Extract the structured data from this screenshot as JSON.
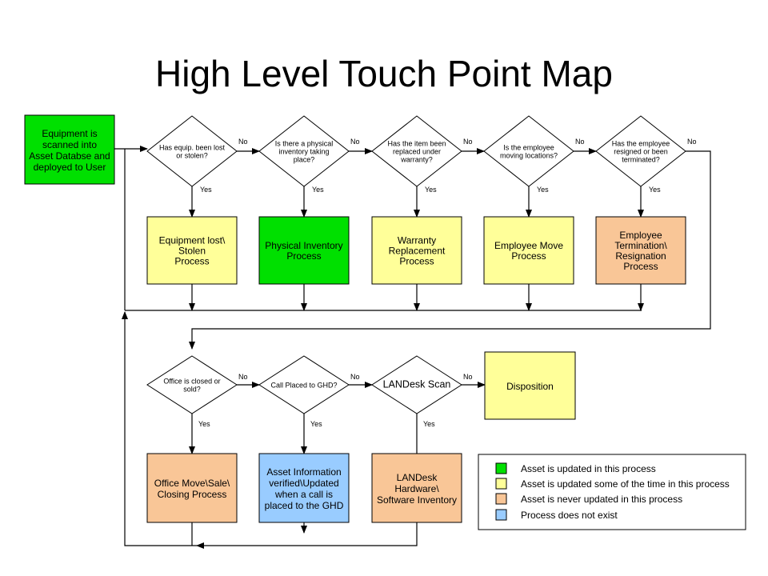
{
  "title": "High Level Touch Point Map",
  "colors": {
    "green": "#00E000",
    "yellow": "#FFFF99",
    "orange": "#F9C697",
    "blue": "#99CCFF"
  },
  "start": {
    "lines": [
      "Equipment is",
      "scanned into",
      "Asset Databse and",
      "deployed to User"
    ]
  },
  "decisions_top": [
    {
      "lines": [
        "Has equip. been lost",
        "or stolen?"
      ]
    },
    {
      "lines": [
        "Is there a physical",
        "inventory taking",
        "place?"
      ]
    },
    {
      "lines": [
        "Has the item been",
        "replaced under",
        "warranty?"
      ]
    },
    {
      "lines": [
        "Is the employee",
        "moving locations?"
      ]
    },
    {
      "lines": [
        "Has the employee",
        "resigned or been",
        "terminated?"
      ]
    }
  ],
  "processes_top": [
    {
      "lines": [
        "Equipment lost\\",
        "Stolen",
        "Process"
      ],
      "color": "yellow"
    },
    {
      "lines": [
        "Physical Inventory",
        "Process"
      ],
      "color": "green"
    },
    {
      "lines": [
        "Warranty",
        "Replacement",
        "Process"
      ],
      "color": "yellow"
    },
    {
      "lines": [
        "Employee Move",
        "Process"
      ],
      "color": "yellow"
    },
    {
      "lines": [
        "Employee",
        "Termination\\",
        "Resignation",
        "Process"
      ],
      "color": "orange"
    }
  ],
  "decisions_bottom": [
    {
      "lines": [
        "Office is closed or",
        "sold?"
      ]
    },
    {
      "lines": [
        "Call Placed to GHD?"
      ]
    },
    {
      "lines": [
        "LANDesk Scan"
      ]
    }
  ],
  "processes_bottom": [
    {
      "lines": [
        "Office Move\\Sale\\",
        "Closing Process"
      ],
      "color": "orange"
    },
    {
      "lines": [
        "Asset Information",
        "verified\\Updated",
        "when a call is",
        "placed to the GHD"
      ],
      "color": "blue"
    },
    {
      "lines": [
        "LANDesk",
        "Hardware\\",
        "Software Inventory"
      ],
      "color": "orange"
    }
  ],
  "disposition": {
    "lines": [
      "Disposition"
    ],
    "color": "yellow"
  },
  "edge_labels": {
    "yes": "Yes",
    "no": "No"
  },
  "legend": [
    {
      "color": "green",
      "text": "Asset is updated in this process"
    },
    {
      "color": "yellow",
      "text": "Asset is updated some of the time in this process"
    },
    {
      "color": "orange",
      "text": "Asset is never updated in this process"
    },
    {
      "color": "blue",
      "text": "Process does not exist"
    }
  ]
}
